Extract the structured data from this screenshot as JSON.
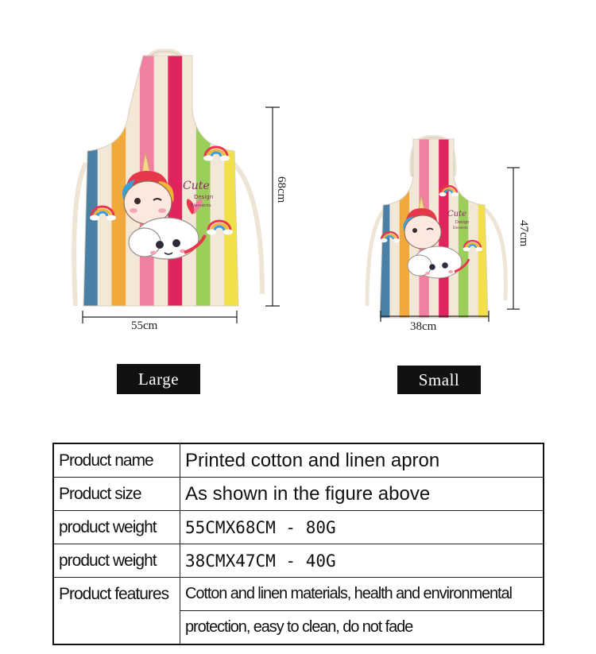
{
  "sizes": {
    "large": {
      "tag": "Large",
      "width_label": "55cm",
      "height_label": "68cm"
    },
    "small": {
      "tag": "Small",
      "width_label": "38cm",
      "height_label": "47cm"
    }
  },
  "apron_art": {
    "title_text": "Cute",
    "subtitle_text": "Design",
    "tagline_text": "Elements"
  },
  "stripe_colors": [
    "#4a7fa6",
    "#f3e7d8",
    "#f2a93b",
    "#f3e7d8",
    "#f07fa0",
    "#f3e7d8",
    "#e0245e",
    "#f3e7d8",
    "#9bcf5a",
    "#f3e7d8",
    "#f2e04a"
  ],
  "spec_table": {
    "rows": [
      {
        "key": "Product name",
        "value": "Printed cotton and linen apron"
      },
      {
        "key": "Product size",
        "value": "As shown in the figure above"
      },
      {
        "key": "product weight",
        "value": "55CMX68CM - 80G"
      },
      {
        "key": "product weight",
        "value": "38CMX47CM - 40G"
      },
      {
        "key": "Product features",
        "value": "Cotton and linen materials, health and environmental"
      },
      {
        "key": "",
        "value": "protection, easy to clean, do not fade"
      }
    ]
  }
}
